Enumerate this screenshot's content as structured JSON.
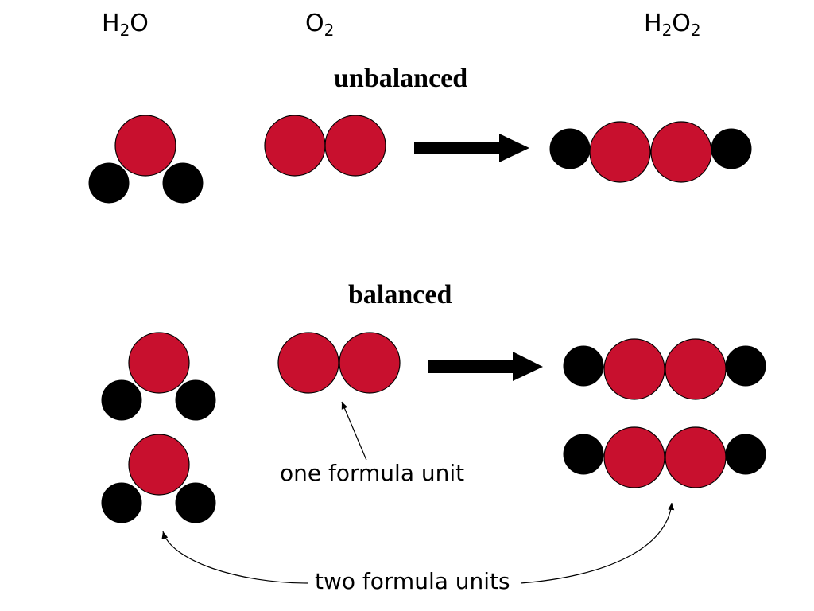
{
  "formulas": {
    "water": {
      "base": "H",
      "sub1": "2",
      "tail": "O"
    },
    "oxygen": {
      "base": "O",
      "sub1": "2"
    },
    "peroxide": {
      "base": "H",
      "sub1": "2",
      "mid": "O",
      "sub2": "2"
    }
  },
  "headings": {
    "unbalanced": "unbalanced",
    "balanced": "balanced"
  },
  "notes": {
    "one_unit": "one formula unit",
    "two_units": "two formula units"
  },
  "colors": {
    "oxygen_atom": "#c8102e",
    "hydrogen_atom": "#000000"
  }
}
